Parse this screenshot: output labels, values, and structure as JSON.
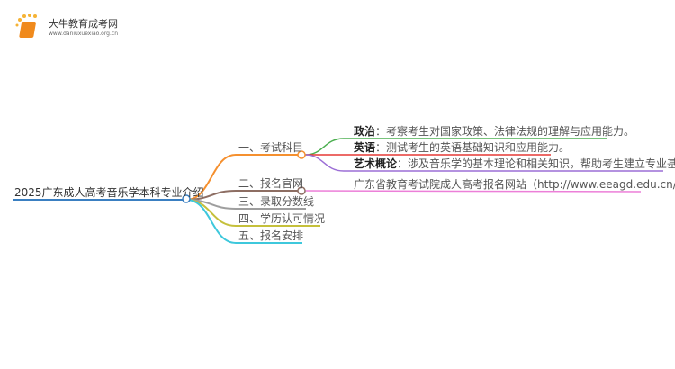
{
  "logo": {
    "title": "大牛教育成考网",
    "url": "www.daniuxuexiao.org.cn"
  },
  "root": "2025广东成人高考音乐学本科专业介绍",
  "branches": [
    {
      "label": "一、考试科目"
    },
    {
      "label": "二、报名官网"
    },
    {
      "label": "三、录取分数线"
    },
    {
      "label": "四、学历认可情况"
    },
    {
      "label": "五、报名安排"
    }
  ],
  "subjects": [
    {
      "name": "政治",
      "desc": "：考察考生对国家政策、法律法规的理解与应用能力。"
    },
    {
      "name": "英语",
      "desc": "：测试考生的英语基础知识和应用能力。"
    },
    {
      "name": "艺术概论",
      "desc": "：涉及音乐学的基本理论和相关知识，帮助考生建立专业基础。"
    }
  ],
  "website": "广东省教育考试院成人高考报名网站（http://www.eeagd.edu.cn/cr）",
  "colors": {
    "root": "#3a7fc1",
    "b1": "#f5902f",
    "b2": "#8d6e63",
    "b3": "#9e9e9e",
    "b4": "#c5c03b",
    "b5": "#3ec8dc",
    "s1": "#4caf50",
    "s2": "#e53935",
    "s3": "#9c6fd6",
    "web": "#ec7fd8"
  }
}
